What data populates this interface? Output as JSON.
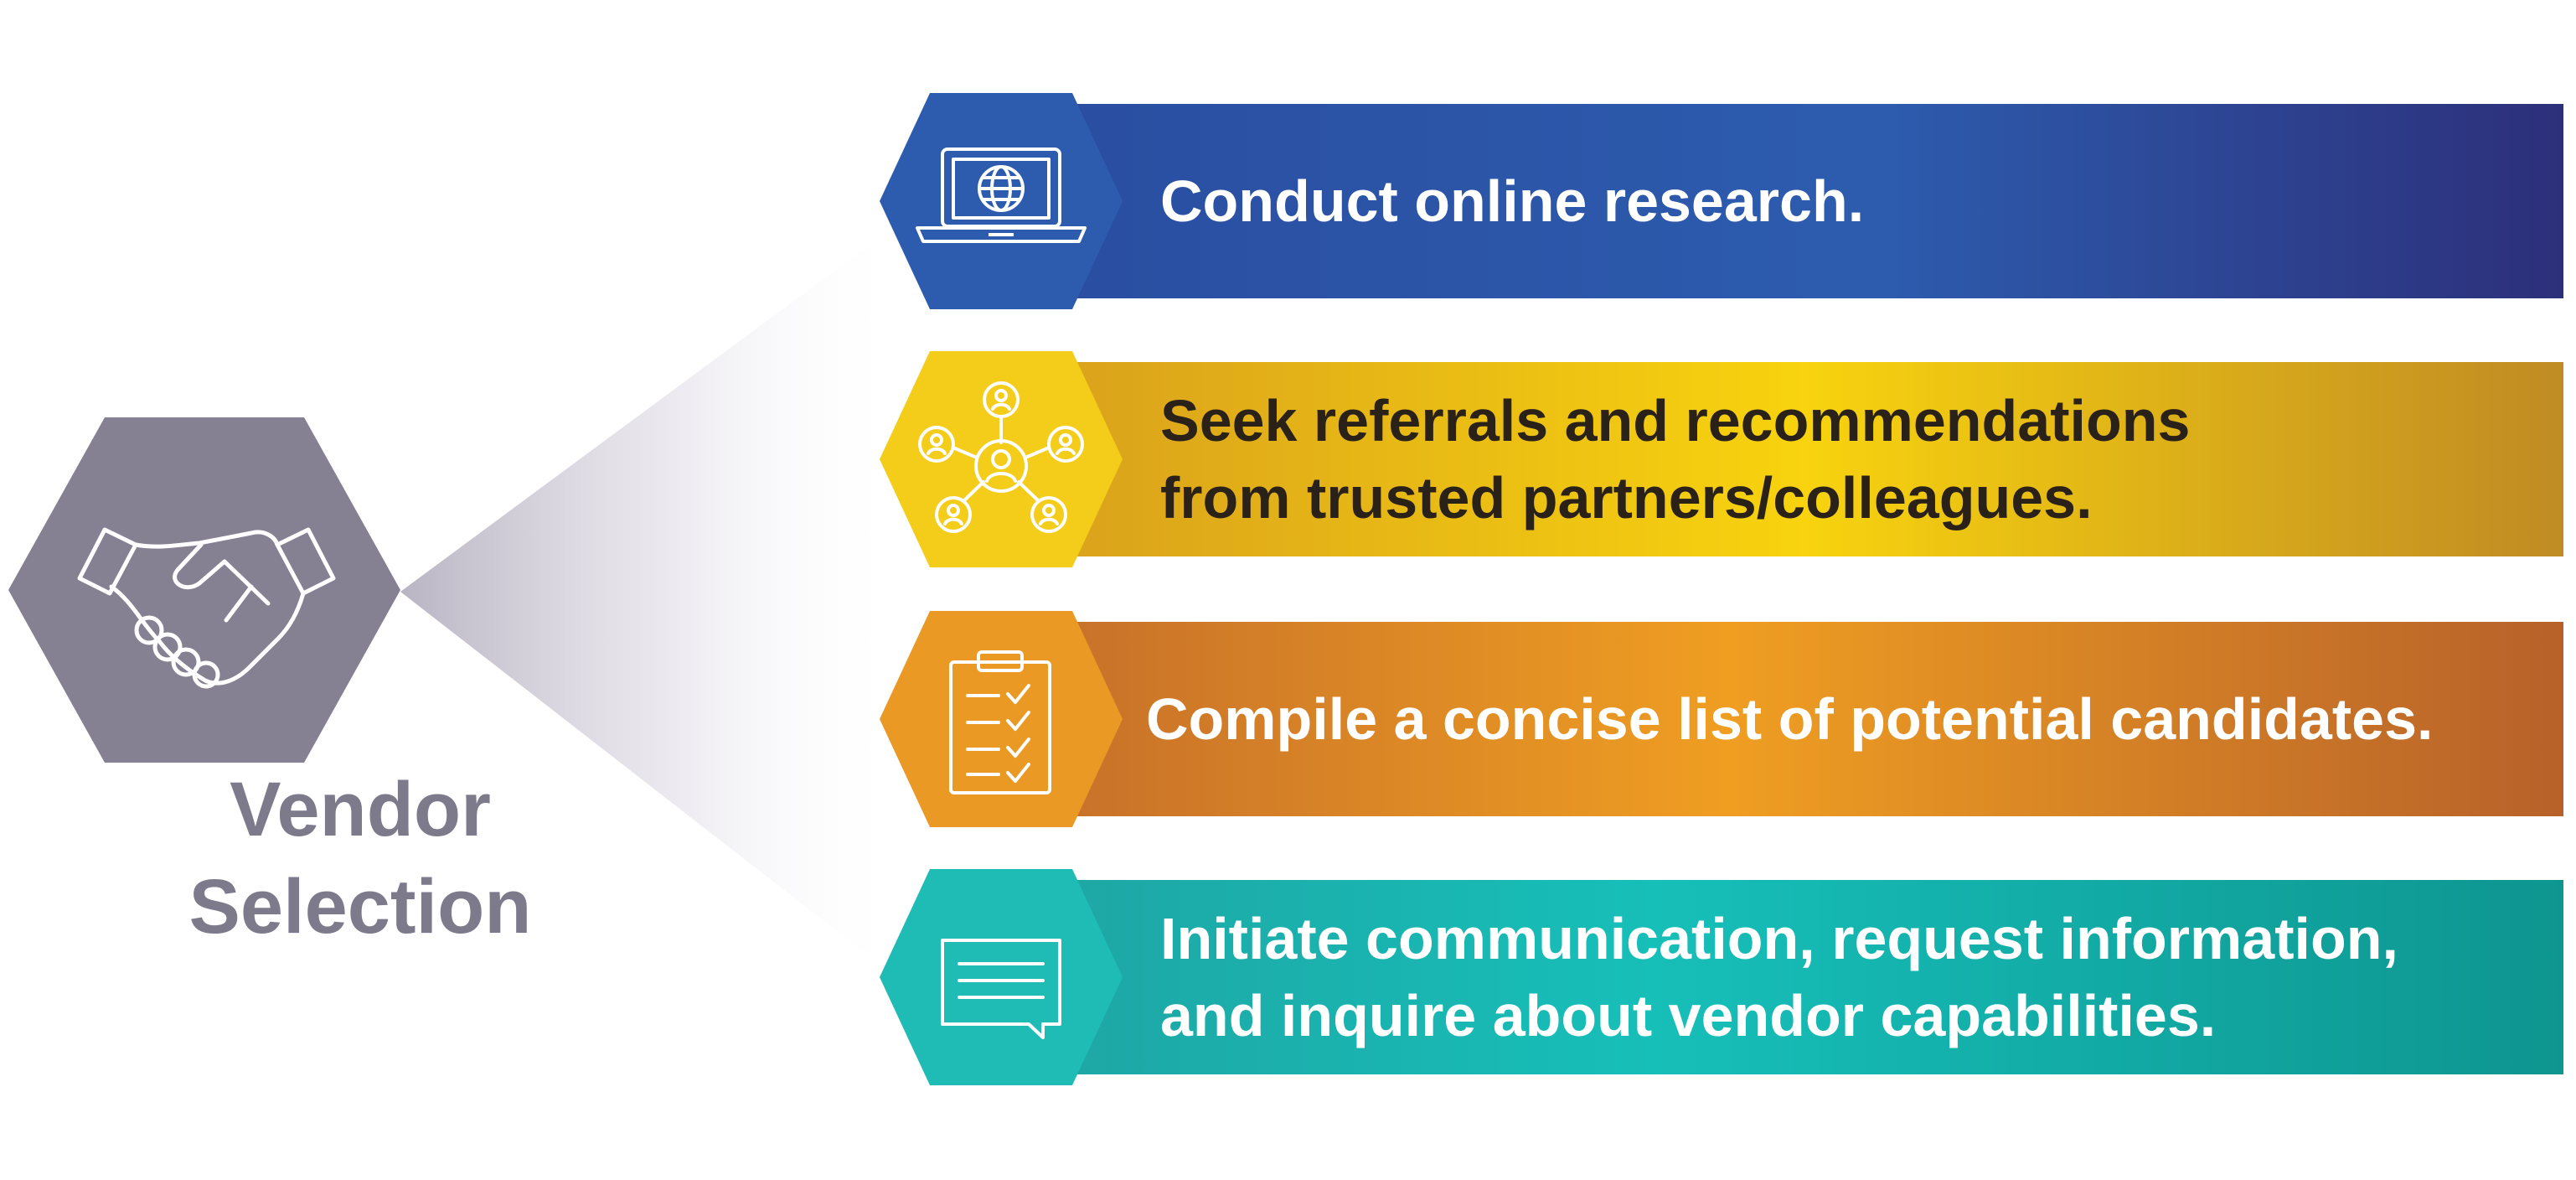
{
  "caption": [
    "Vendor",
    "Selection"
  ],
  "hub": {
    "icon": "handshake-icon",
    "color": "#858092"
  },
  "steps": [
    {
      "icon": "laptop-globe-icon",
      "lines": [
        "Conduct online research."
      ],
      "text_color": "#ffffff",
      "hex_color": "#2d5cae",
      "band_colors": [
        "#2a4ea1",
        "#2d5cae",
        "#2d2f7a"
      ]
    },
    {
      "icon": "network-people-icon",
      "lines": [
        "Seek referrals and recommendations",
        "from trusted partners/colleagues."
      ],
      "text_color": "#2a2218",
      "hex_color": "#f4cc1a",
      "band_colors": [
        "#d9a11c",
        "#f8d30e",
        "#c08b24"
      ]
    },
    {
      "icon": "clipboard-checklist-icon",
      "lines": [
        "Compile a concise list of potential candidates."
      ],
      "text_color": "#ffffff",
      "hex_color": "#ea9a24",
      "band_colors": [
        "#c7702a",
        "#ef9e22",
        "#b7612a"
      ]
    },
    {
      "icon": "chat-message-icon",
      "lines": [
        "Initiate communication, request information,",
        "and inquire about vendor capabilities."
      ],
      "text_color": "#ffffff",
      "hex_color": "#1fbcb6",
      "band_colors": [
        "#1ea6a4",
        "#17bfb9",
        "#0e9590"
      ]
    }
  ]
}
